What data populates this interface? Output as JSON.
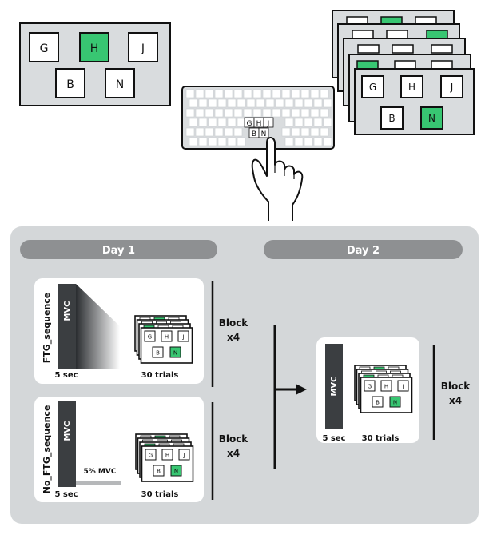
{
  "colors": {
    "screen_bg": "#d9dcde",
    "key_highlight": "#38c672",
    "panel_bg": "#d4d7d9",
    "day_pill": "#8e9092",
    "mvc_bar": "#3b3e41",
    "low_mvc_line": "#b6b8ba"
  },
  "top": {
    "main_keys": [
      "G",
      "H",
      "J",
      "B",
      "N"
    ],
    "keyboard_keys": [
      "G",
      "H",
      "J",
      "B",
      "N"
    ],
    "highlighted_main": "H",
    "highlighted_front": "N"
  },
  "day1": {
    "label": "Day 1",
    "row1": {
      "condition": "FTG_sequence",
      "mvc": "MVC",
      "duration": "5 sec",
      "trials": "30 trials",
      "block_label": "Block",
      "block_count": "x4"
    },
    "row2": {
      "condition": "No_FTG_sequence",
      "mvc": "MVC",
      "low_label": "5% MVC",
      "duration": "5 sec",
      "trials": "30 trials",
      "block_label": "Block",
      "block_count": "x4"
    }
  },
  "day2": {
    "label": "Day 2",
    "mvc": "MVC",
    "duration": "5 sec",
    "trials": "30 trials",
    "block_label": "Block",
    "block_count": "x4"
  },
  "mini_keys": [
    "G",
    "H",
    "J",
    "B",
    "N"
  ]
}
